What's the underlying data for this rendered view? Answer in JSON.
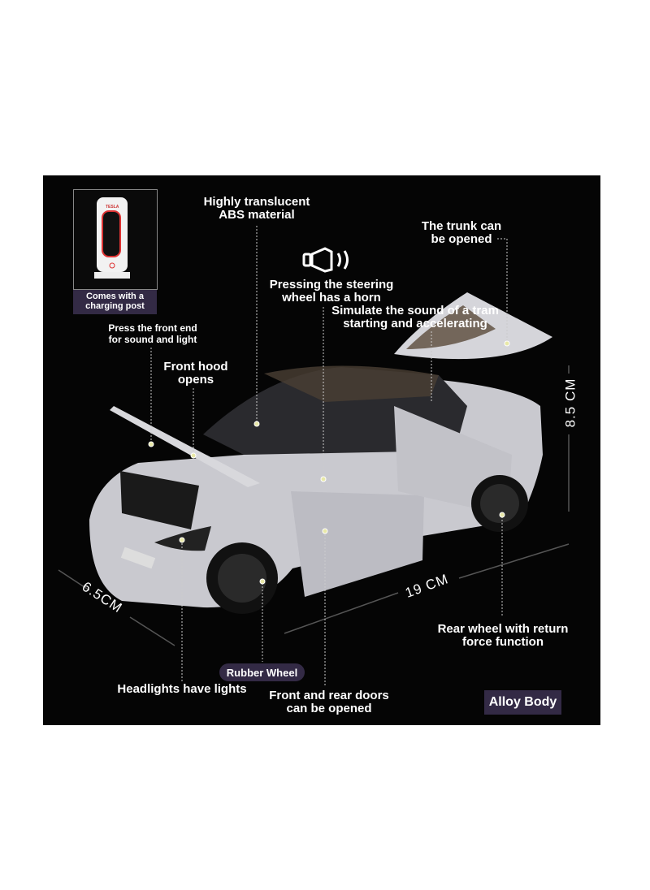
{
  "inset": {
    "brand_text": "TESLA",
    "caption": "Comes with a\ncharging post"
  },
  "labels": {
    "abs": "Highly translucent\nABS material",
    "trunk": "The trunk can\nbe opened",
    "horn": "Pressing the steering\nwheel has a horn",
    "tram": "Simulate the sound of a tram\nstarting and accelerating",
    "front_end": "Press the front end\nfor sound and light",
    "hood": "Front hood\nopens",
    "rear_wheel": "Rear wheel with return\nforce function",
    "headlights": "Headlights have lights",
    "doors": "Front and rear doors\ncan be opened"
  },
  "badges": {
    "rubber_wheel": "Rubber Wheel",
    "alloy_body": "Alloy Body"
  },
  "dimensions": {
    "height": "8.5 CM",
    "width": "6.5CM",
    "length": "19 CM"
  },
  "icons": {
    "horn": "speaker-sound-icon"
  },
  "colors": {
    "background": "#050505",
    "badge": "#332a45",
    "car_body": "#c9c9cf"
  }
}
